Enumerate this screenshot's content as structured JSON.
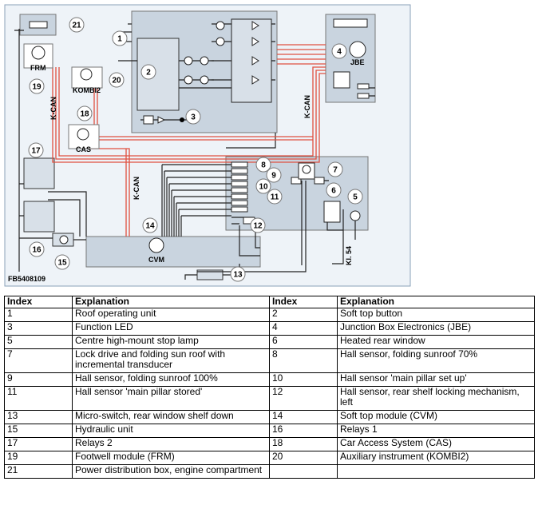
{
  "diagram": {
    "figure_code": "FB5408109",
    "bus_label": "K-CAN",
    "terminal_label": "Kl. 54",
    "component_labels": {
      "frm": "FRM",
      "kombi2": "KOMBI2",
      "cas": "CAS",
      "jbe": "JBE",
      "cvm": "CVM"
    },
    "numbers": [
      "1",
      "2",
      "3",
      "4",
      "5",
      "6",
      "7",
      "8",
      "9",
      "10",
      "11",
      "12",
      "13",
      "14",
      "15",
      "16",
      "17",
      "18",
      "19",
      "20",
      "21"
    ]
  },
  "table": {
    "headers": [
      "Index",
      "Explanation",
      "Index",
      "Explanation"
    ],
    "rows": [
      [
        "1",
        "Roof operating unit",
        "2",
        "Soft top button"
      ],
      [
        "3",
        "Function LED",
        "4",
        "Junction Box Electronics (JBE)"
      ],
      [
        "5",
        "Centre high-mount stop lamp",
        "6",
        "Heated rear window"
      ],
      [
        "7",
        "Lock drive and folding sun roof with incremental transducer",
        "8",
        "Hall sensor, folding sunroof 70%"
      ],
      [
        "9",
        "Hall sensor, folding sunroof 100%",
        "10",
        "Hall sensor 'main pillar set up'"
      ],
      [
        "11",
        "Hall sensor 'main pillar stored'",
        "12",
        "Hall sensor, rear shelf locking mechanism, left"
      ],
      [
        "13",
        "Micro-switch, rear window shelf down",
        "14",
        "Soft top module (CVM)"
      ],
      [
        "15",
        "Hydraulic unit",
        "16",
        "Relays 1"
      ],
      [
        "17",
        "Relays 2",
        "18",
        "Car Access System (CAS)"
      ],
      [
        "19",
        "Footwell module (FRM)",
        "20",
        "Auxiliary instrument (KOMBI2)"
      ],
      [
        "21",
        "Power distribution box, engine compartment",
        "",
        ""
      ]
    ]
  }
}
